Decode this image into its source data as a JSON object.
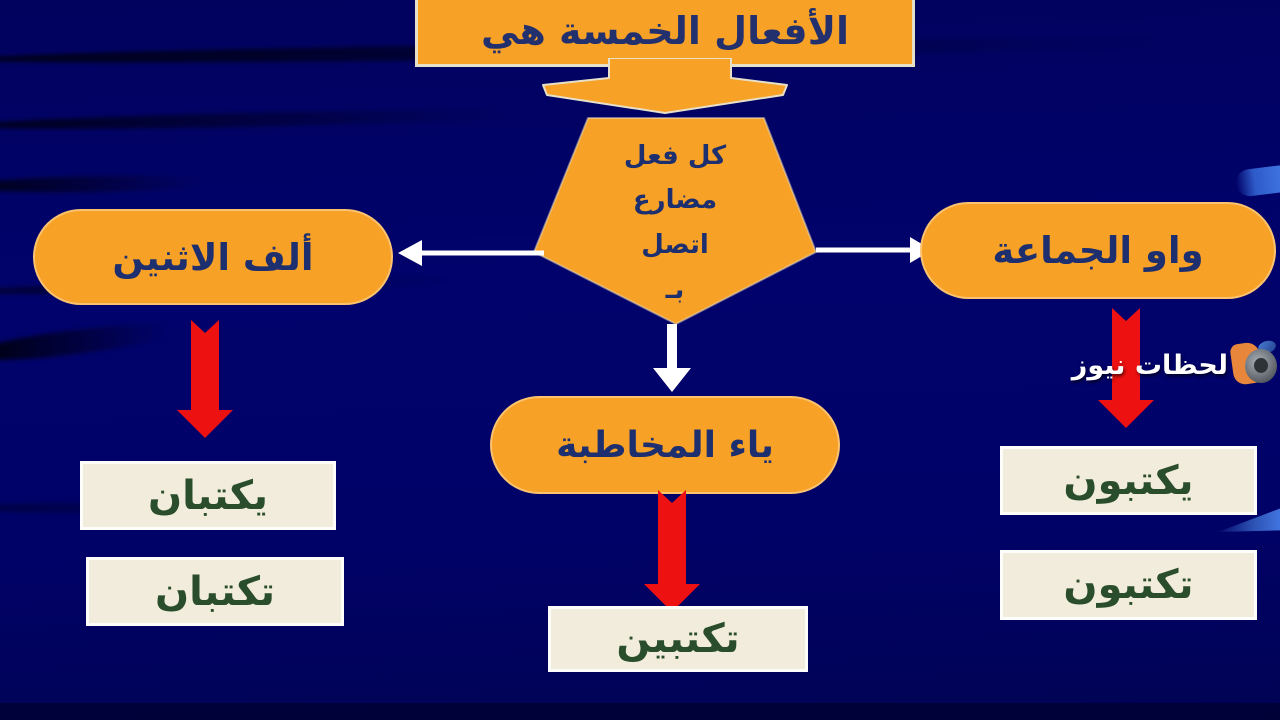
{
  "slide": {
    "title": "الأفعال الخمسة هي",
    "condition": {
      "lines": [
        "كل فعل",
        "مضارع",
        "اتصل",
        "بـ"
      ]
    },
    "branches": {
      "left": {
        "label": "ألف الاثنين",
        "examples": [
          "يكتبان",
          "تكتبان"
        ]
      },
      "center": {
        "label": "ياء المخاطبة",
        "examples": [
          "تكتبين"
        ]
      },
      "right": {
        "label": "واو الجماعة",
        "examples": [
          "يكتبون",
          "تكتبون"
        ]
      }
    }
  },
  "watermark": {
    "name": "لحظات نيوز"
  },
  "colors": {
    "background_navy": "#01026A",
    "shape_orange": "#F7A127",
    "shape_text_navy": "#1D2F6E",
    "arrow_red": "#ED1111",
    "arrow_white": "#FFFFFF",
    "example_box_bg": "#F1ECDC",
    "example_text_green": "#2A4D2B"
  }
}
